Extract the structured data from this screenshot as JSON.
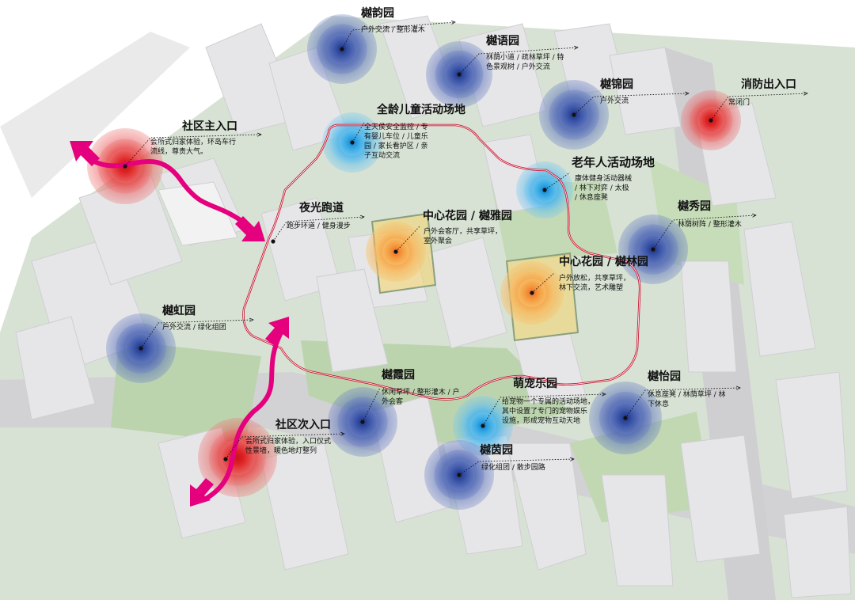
{
  "colors": {
    "background": "#cfd9cf",
    "building": "#e4e4e6",
    "road": "#bfbfc2",
    "green": "#b9d3ad",
    "track": "#c8102e",
    "arrow": "#e5007e",
    "blue_zone": "#2f4aa0",
    "light_blue_zone": "#2fa8e6",
    "red_zone": "#e02020",
    "orange_zone": "#f08a2c"
  },
  "zones": [
    {
      "id": "yuyun",
      "title": "樾韵园",
      "desc": "户外交流 / 整形灌木",
      "kind": "blue"
    },
    {
      "id": "yuyu",
      "title": "樾语园",
      "desc": "林荫小道 / 疏林草坪 / 特\n色景观树 / 户外交流",
      "kind": "blue"
    },
    {
      "id": "yujin",
      "title": "樾锦园",
      "desc": "户外交流",
      "kind": "blue"
    },
    {
      "id": "fire",
      "title": "消防出入口",
      "desc": "常闭门",
      "kind": "red"
    },
    {
      "id": "kids",
      "title": "全龄儿童活动场地",
      "desc": "全天侯安全监控 / 专\n有婴儿车位 / 儿童乐\n园 / 家长看护区 / 亲\n子互动交流",
      "kind": "lightblue"
    },
    {
      "id": "main",
      "title": "社区主入口",
      "desc": "会所式归家体验，环岛车行\n流线，尊贵大气。",
      "kind": "red"
    },
    {
      "id": "elder",
      "title": "老年人活动场地",
      "desc": "康体健身活动器械\n/ 林下对弈 / 太极\n/ 休息座凳",
      "kind": "lightblue"
    },
    {
      "id": "yuxiu",
      "title": "樾秀园",
      "desc": "林荫树阵 / 整形灌木",
      "kind": "blue"
    },
    {
      "id": "night",
      "title": "夜光跑道",
      "desc": "跑步环道 / 健身漫步",
      "kind": "none"
    },
    {
      "id": "center1",
      "title": "中心花园 / 樾雅园",
      "desc": "户外会客厅，共享草坪，\n室外聚会",
      "kind": "orange"
    },
    {
      "id": "center2",
      "title": "中心花园 / 樾林园",
      "desc": "户外放松，共享草坪，\n林下交流，艺术雕塑",
      "kind": "orange"
    },
    {
      "id": "yuhong",
      "title": "樾虹园",
      "desc": "户外交流 / 绿化组团",
      "kind": "blue"
    },
    {
      "id": "yuxia",
      "title": "樾霞园",
      "desc": "休闲草坪 / 整形灌木 / 户\n外会客",
      "kind": "blue"
    },
    {
      "id": "pets",
      "title": "萌宠乐园",
      "desc": "给宠物一个专属的活动场地，\n其中设置了专门的宠物娱乐\n设施，形成宠物互动天地",
      "kind": "lightblue"
    },
    {
      "id": "yuyi",
      "title": "樾怡园",
      "desc": "休息座凳 / 林荫草坪 / 林\n下休息",
      "kind": "blue"
    },
    {
      "id": "second",
      "title": "社区次入口",
      "desc": "会所式归家体验，入口仪式\n性景墙，暖色地灯整列",
      "kind": "red"
    },
    {
      "id": "yuyin",
      "title": "樾茵园",
      "desc": "绿化组团 / 散步园路",
      "kind": "blue"
    }
  ]
}
